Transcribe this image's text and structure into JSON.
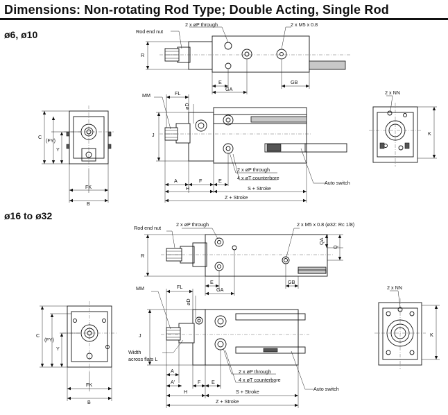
{
  "title": "Dimensions: Non-rotating Rod Type; Double Acting, Single Rod",
  "sections": [
    {
      "label": "ø6, ø10",
      "callouts": {
        "rod_end_nut": "Rod end nut",
        "port_through": "2 x øP through",
        "port_thread": "2 x M5 x 0.8",
        "mm": "MM",
        "fl": "FL",
        "od": "øD",
        "nn": "2 x NN",
        "p_through": "2 x øP through",
        "counterbore": "4 x øT counterbore",
        "auto_switch": "Auto switch"
      },
      "dims": {
        "r": "R",
        "e_top": "E",
        "ga": "GA",
        "gb": "GB",
        "c": "C",
        "fy": "(FY)",
        "y": "Y",
        "fk": "FK",
        "b": "B",
        "j": "J",
        "k": "K",
        "a": "A",
        "f": "F",
        "e": "E",
        "h": "H",
        "s_stroke": "S + Stroke",
        "z_stroke": "Z + Stroke"
      }
    },
    {
      "label": "ø16 to ø32",
      "callouts": {
        "rod_end_nut": "Rod end nut",
        "port_through": "2 x øP through",
        "port_thread": "2 x M5 x 0.8 (ø32: Rc 1/8)",
        "mm": "MM",
        "fl": "FL",
        "od": "øD",
        "nn": "2 x NN",
        "width_flats_1": "Width",
        "width_flats_2": "across flats L",
        "p_through": "2 x øP through",
        "counterbore": "4 x øT counterbore",
        "auto_switch": "Auto switch"
      },
      "dims": {
        "r": "R",
        "qa": "QA",
        "q": "Q",
        "e_top": "E",
        "ga": "GA",
        "gb": "GB",
        "c": "C",
        "fy": "(FY)",
        "y": "Y",
        "fk": "FK",
        "b": "B",
        "j": "J",
        "k": "K",
        "a": "A",
        "a_prime": "A'",
        "f": "F",
        "e": "E",
        "h": "H",
        "s_stroke": "S + Stroke",
        "z_stroke": "Z + Stroke"
      }
    }
  ]
}
